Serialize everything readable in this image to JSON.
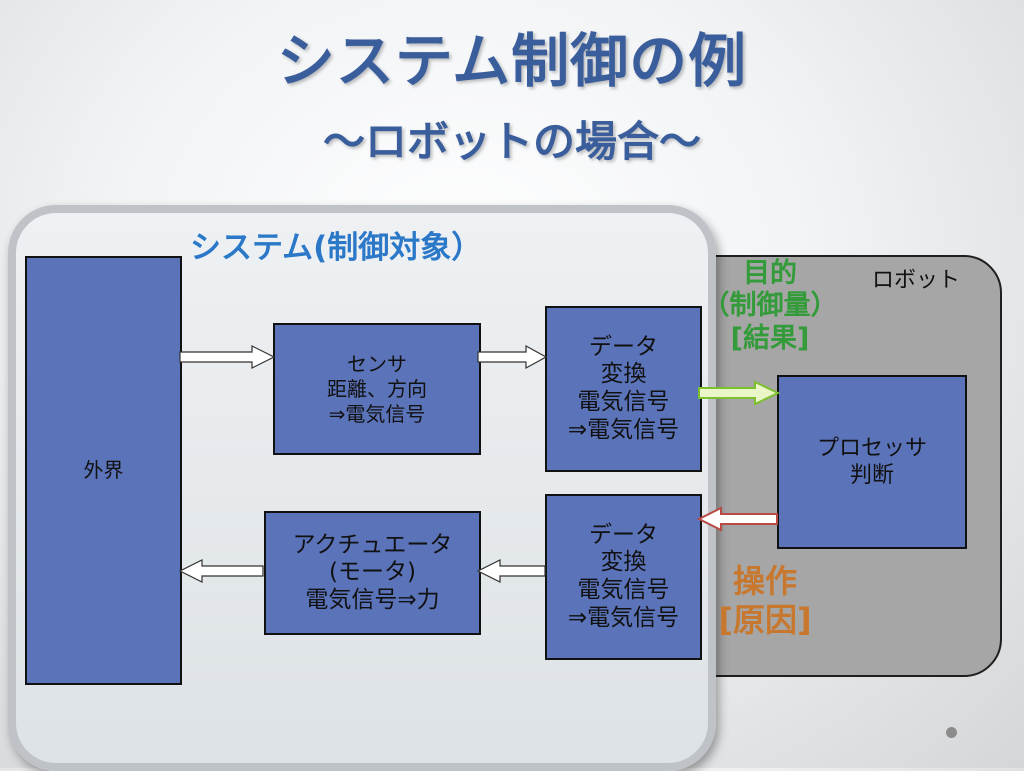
{
  "title": {
    "main": "システム制御の例",
    "sub": "～ロボットの場合～"
  },
  "system_label": "システム(制御対象）",
  "robot_label": "ロボット",
  "boxes": {
    "outside": "外界",
    "sensor": [
      "センサ",
      "距離、方向",
      "⇒電気信号"
    ],
    "data_top": [
      "データ",
      "変換",
      "電気信号",
      "⇒電気信号"
    ],
    "actuator": [
      "アクチュエータ",
      "(モータ)",
      "電気信号⇒力"
    ],
    "data_bottom": [
      "データ",
      "変換",
      "電気信号",
      "⇒電気信号"
    ],
    "processor": [
      "プロセッサ",
      "判断"
    ]
  },
  "goal_label": [
    "目的",
    "（制御量）",
    "[結果]"
  ],
  "op_label": [
    "操作",
    "[原因]"
  ],
  "colors": {
    "title": "#3a5d9c",
    "box_fill": "#5b73b9",
    "system_label": "#2b78c8",
    "goal": "#339b3a",
    "operation": "#c8782e",
    "robot_panel": "#a6a6a6"
  }
}
